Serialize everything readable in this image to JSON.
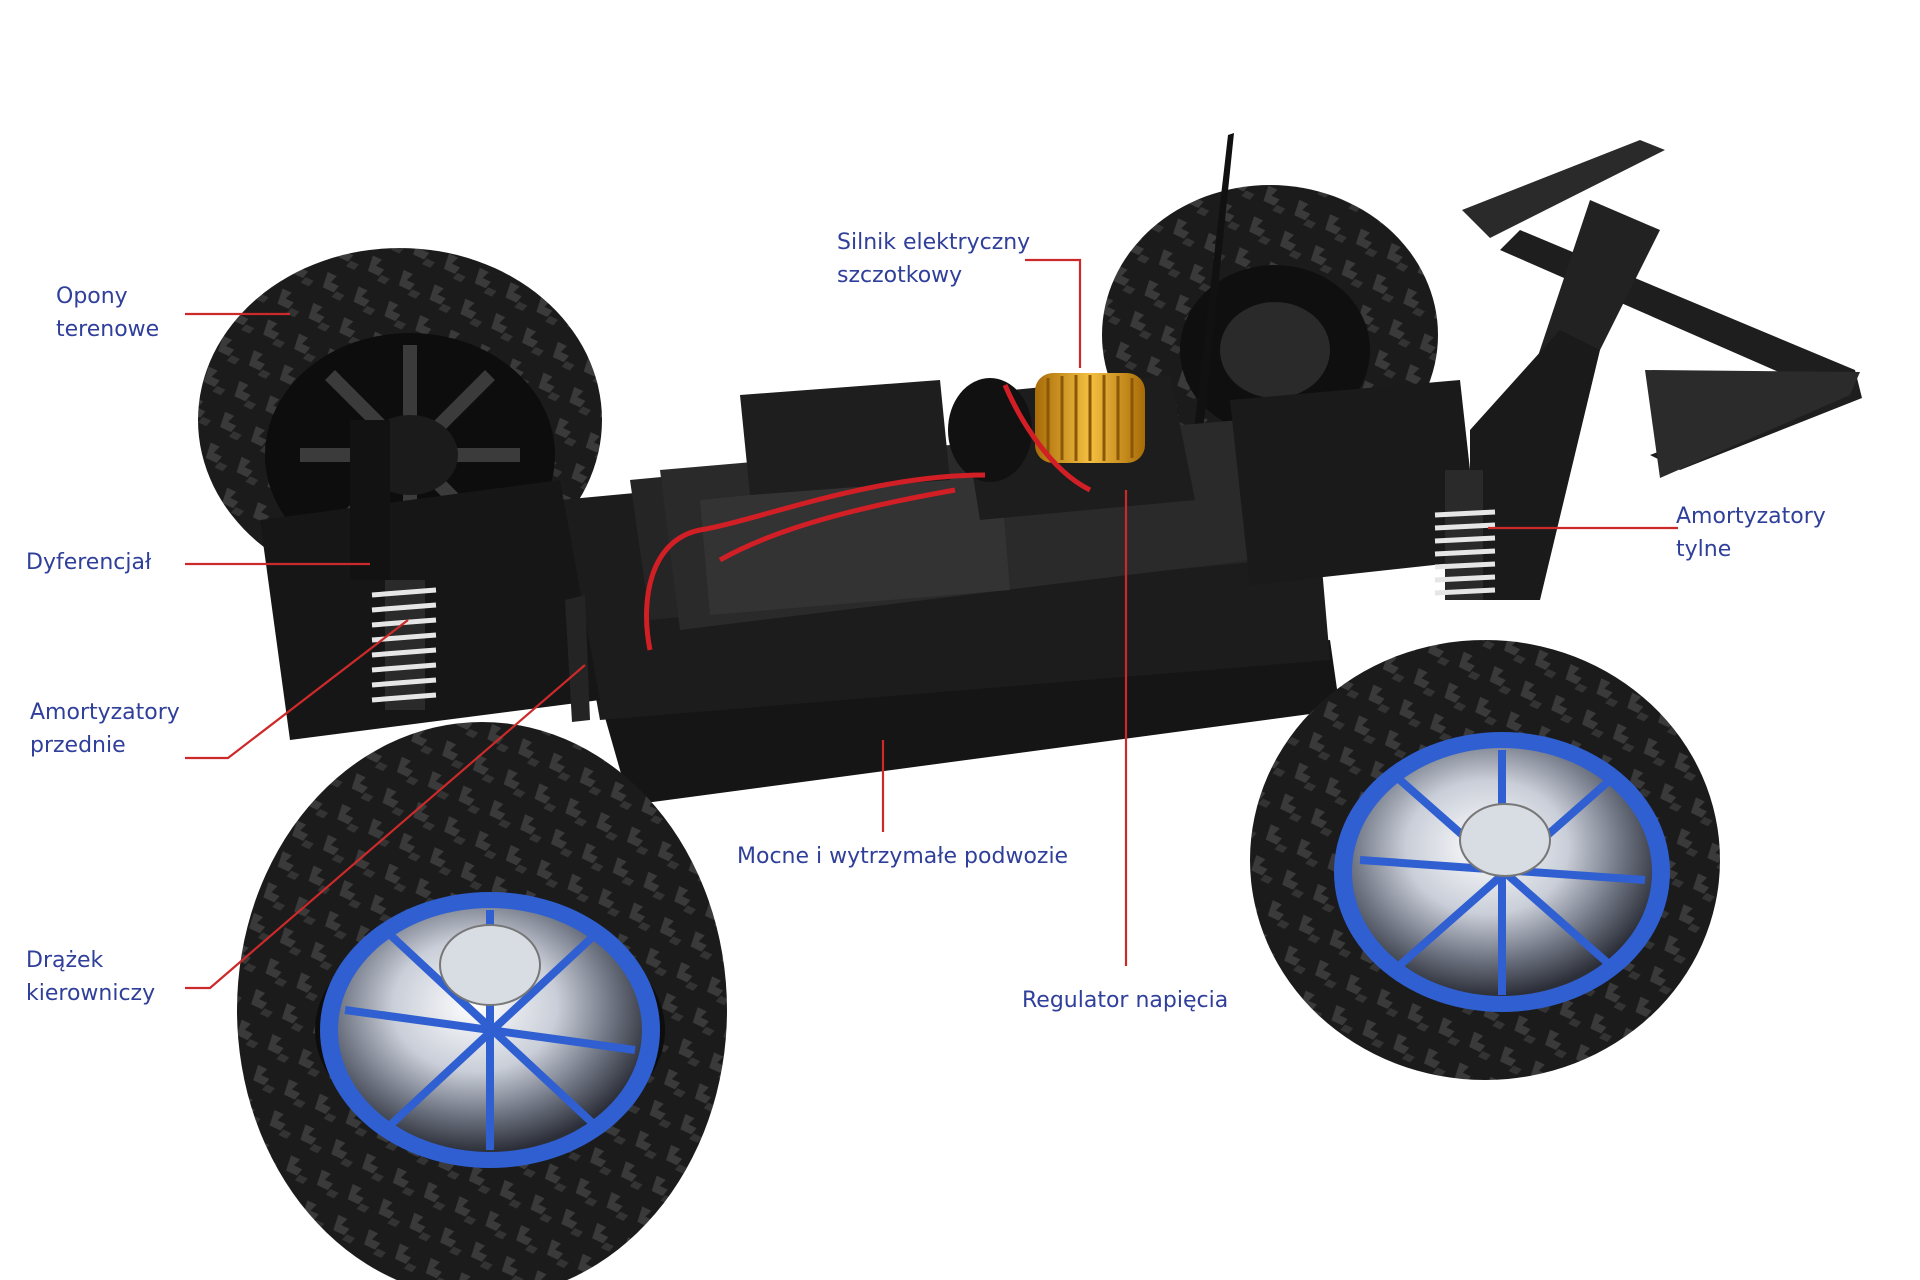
{
  "callouts": {
    "opony": {
      "line1": "Opony",
      "line2": "terenowe"
    },
    "dyferencjal": {
      "line1": "Dyferencjał"
    },
    "amortyzatory_przednie": {
      "line1": "Amortyzatory",
      "line2": "przednie"
    },
    "drazek": {
      "line1": "Drążek",
      "line2": "kierowniczy"
    },
    "silnik": {
      "line1": "Silnik elektryczny",
      "line2": "szczotkowy"
    },
    "amortyzatory_tylne": {
      "line1": "Amortyzatory",
      "line2": "tylne"
    },
    "podwozie": {
      "line1": "Mocne i wytrzymałe podwozie"
    },
    "regulator": {
      "line1": "Regulator napięcia"
    }
  },
  "colors": {
    "label_text": "#2f3f9a",
    "leader_line": "#cc2a2a",
    "tire": "#1b1b1b",
    "chassis": "#151515",
    "rim_blue": "#2f5fd0",
    "chrome": "#c9ced8",
    "motor_gold": "#e0a020",
    "wire_red": "#d21f26"
  },
  "illustration": "rc-monster-truck-chassis"
}
